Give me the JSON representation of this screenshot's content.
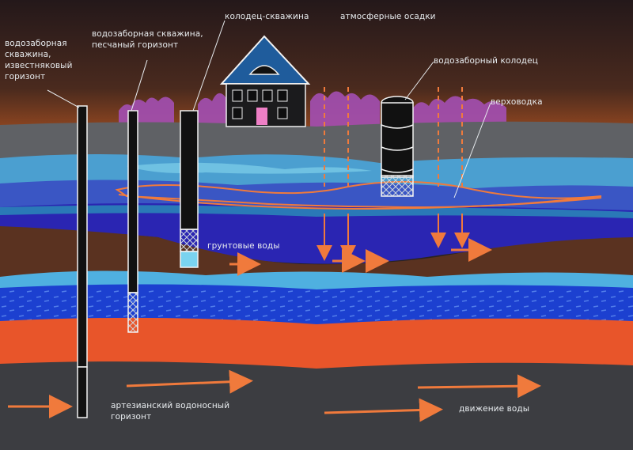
{
  "labels": {
    "well_limestone": [
      "водозаборная",
      "скважина,",
      "известняковый",
      "горизонт"
    ],
    "well_sand": [
      "водозаборная скважина,",
      "песчаный горизонт"
    ],
    "well_shallow": "колодец-скважина",
    "precipitation": "атмосферные осадки",
    "dug_well": "водозаборный колодец",
    "perched_water": "верховодка",
    "groundwater": "грунтовые воды",
    "artesian": [
      "артезианский водоносный",
      "горизонт"
    ],
    "water_flow": "движение воды"
  },
  "colors": {
    "sky": "#2b1c19",
    "sky_horizon": "#7a3a1f",
    "trees": "#a34fb3",
    "soil_gray": "#5d5f62",
    "aquifer_light": "#4a9fcf",
    "aquifer_mid": "#3a55c4",
    "aquifer_deep": "#2a24a8",
    "clay_brown": "#5a3220",
    "artesian_blue": "#1c3fd0",
    "orange_layer": "#e8552a",
    "bottom_gray": "#3c3d40",
    "arrow": "#f07a3c",
    "house": "#1e5b9a"
  },
  "icons": {
    "house": "house-icon",
    "well": "well-pipe-icon",
    "arrow": "flow-arrow-icon",
    "rain": "rain-arrow-icon"
  }
}
